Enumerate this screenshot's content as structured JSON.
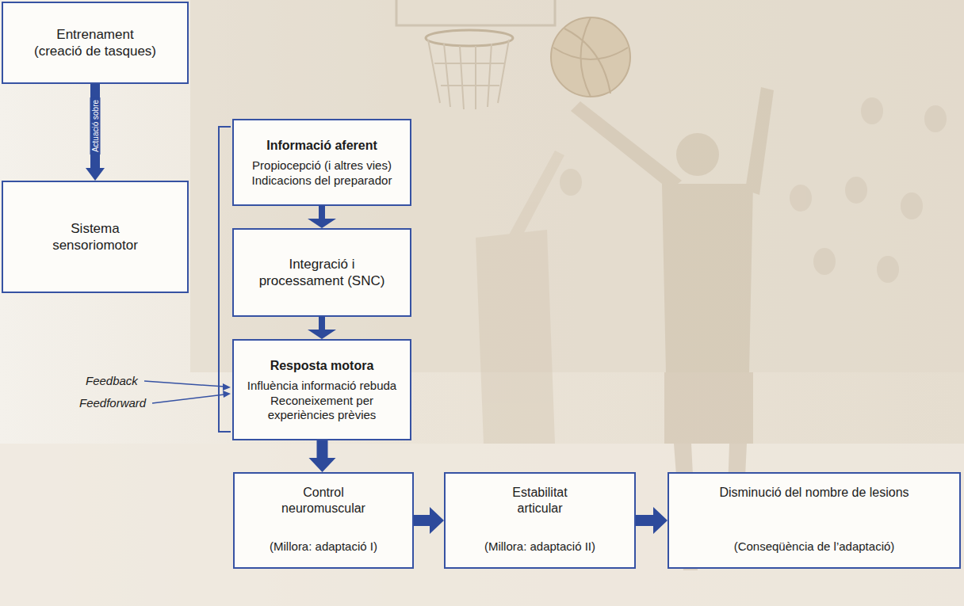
{
  "diagram": {
    "nodes": [
      {
        "text": [
          "Entrenament (creació de tasques)"
        ]
      },
      {
        "text": [
          "Sistema sensoriomotor"
        ]
      },
      {
        "text": [
          "Informació aferent",
          "Propiocepció (i altres vies) Indicacions del preparador"
        ]
      },
      {
        "text": [
          "Integració i processament (SNC)"
        ]
      },
      {
        "text": [
          "Resposta motora",
          "Influència informació rebuda Reconeixement per experiències prèvies"
        ]
      },
      {
        "text": [
          "Control neuromuscular",
          "(Millora: adaptació I)"
        ]
      },
      {
        "text": [
          "Estabilitat articular",
          "(Millora: adaptació II)"
        ]
      },
      {
        "text": [
          "Disminució del nombre de lesions",
          "(Conseqüència de l’adaptació)"
        ]
      }
    ],
    "edges": [
      {
        "from": 0,
        "to": 1,
        "label": "Actuació sobre",
        "arrow": "to"
      },
      {
        "from": 2,
        "to": 3,
        "arrow": "to"
      },
      {
        "from": 3,
        "to": 4,
        "arrow": "to"
      },
      {
        "from": 4,
        "to": 5,
        "arrow": "to"
      },
      {
        "from": 5,
        "to": 6,
        "arrow": "to"
      },
      {
        "from": 6,
        "to": 7,
        "arrow": "to"
      }
    ],
    "labels": [
      "Feedback",
      "Feedforward"
    ]
  }
}
